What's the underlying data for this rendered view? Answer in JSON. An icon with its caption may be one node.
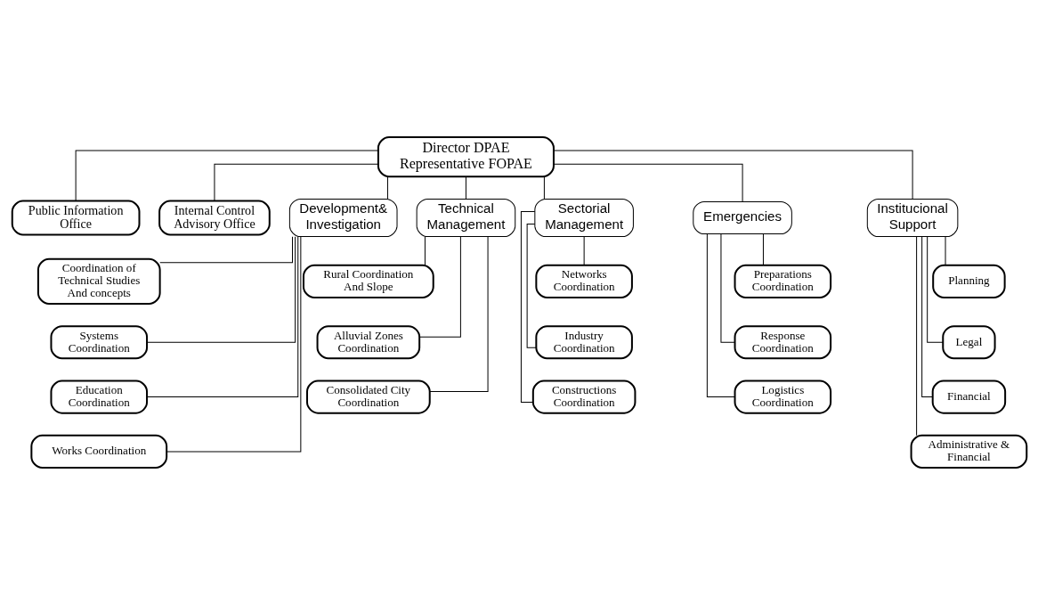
{
  "diagram": {
    "nodes": [
      {
        "text": [
          "Director DPAE Representative FOPAE"
        ]
      },
      {
        "text": [
          "Public Information Office"
        ]
      },
      {
        "text": [
          "Internal Control Advisory Office"
        ]
      },
      {
        "text": [
          "Development& Investigation"
        ]
      },
      {
        "text": [
          "Technical Management"
        ]
      },
      {
        "text": [
          "Sectorial Management"
        ]
      },
      {
        "text": [
          "Emergencies"
        ]
      },
      {
        "text": [
          "Institucional Support"
        ]
      },
      {
        "text": [
          "Coordination of Technical Studies And concepts"
        ]
      },
      {
        "text": [
          "Systems Coordination"
        ]
      },
      {
        "text": [
          "Education Coordination"
        ]
      },
      {
        "text": [
          "Works Coordination"
        ]
      },
      {
        "text": [
          "Rural Coordination And Slope"
        ]
      },
      {
        "text": [
          "Alluvial Zones Coordination"
        ]
      },
      {
        "text": [
          "Consolidated City Coordination"
        ]
      },
      {
        "text": [
          "Networks Coordination"
        ]
      },
      {
        "text": [
          "Industry Coordination"
        ]
      },
      {
        "text": [
          "Constructions Coordination"
        ]
      },
      {
        "text": [
          "Preparations Coordination"
        ]
      },
      {
        "text": [
          "Response Coordination"
        ]
      },
      {
        "text": [
          "Logistics Coordination"
        ]
      },
      {
        "text": [
          "Planning"
        ]
      },
      {
        "text": [
          "Legal"
        ]
      },
      {
        "text": [
          "Financial"
        ]
      },
      {
        "text": [
          "Administrative & Financial"
        ]
      }
    ],
    "edges": [
      {
        "from": 0,
        "to": 1,
        "arrow": "none"
      },
      {
        "from": 0,
        "to": 2,
        "arrow": "none"
      },
      {
        "from": 0,
        "to": 3,
        "arrow": "none"
      },
      {
        "from": 0,
        "to": 4,
        "arrow": "none"
      },
      {
        "from": 0,
        "to": 5,
        "arrow": "none"
      },
      {
        "from": 0,
        "to": 6,
        "arrow": "none"
      },
      {
        "from": 0,
        "to": 7,
        "arrow": "none"
      },
      {
        "from": 3,
        "to": 8,
        "arrow": "none"
      },
      {
        "from": 3,
        "to": 9,
        "arrow": "none"
      },
      {
        "from": 3,
        "to": 10,
        "arrow": "none"
      },
      {
        "from": 3,
        "to": 11,
        "arrow": "none"
      },
      {
        "from": 4,
        "to": 12,
        "arrow": "none"
      },
      {
        "from": 4,
        "to": 13,
        "arrow": "none"
      },
      {
        "from": 4,
        "to": 14,
        "arrow": "none"
      },
      {
        "from": 5,
        "to": 15,
        "arrow": "none"
      },
      {
        "from": 5,
        "to": 16,
        "arrow": "none"
      },
      {
        "from": 5,
        "to": 17,
        "arrow": "none"
      },
      {
        "from": 6,
        "to": 18,
        "arrow": "none"
      },
      {
        "from": 6,
        "to": 19,
        "arrow": "none"
      },
      {
        "from": 6,
        "to": 20,
        "arrow": "none"
      },
      {
        "from": 7,
        "to": 21,
        "arrow": "none"
      },
      {
        "from": 7,
        "to": 22,
        "arrow": "none"
      },
      {
        "from": 7,
        "to": 23,
        "arrow": "none"
      },
      {
        "from": 7,
        "to": 24,
        "arrow": "none"
      }
    ]
  }
}
